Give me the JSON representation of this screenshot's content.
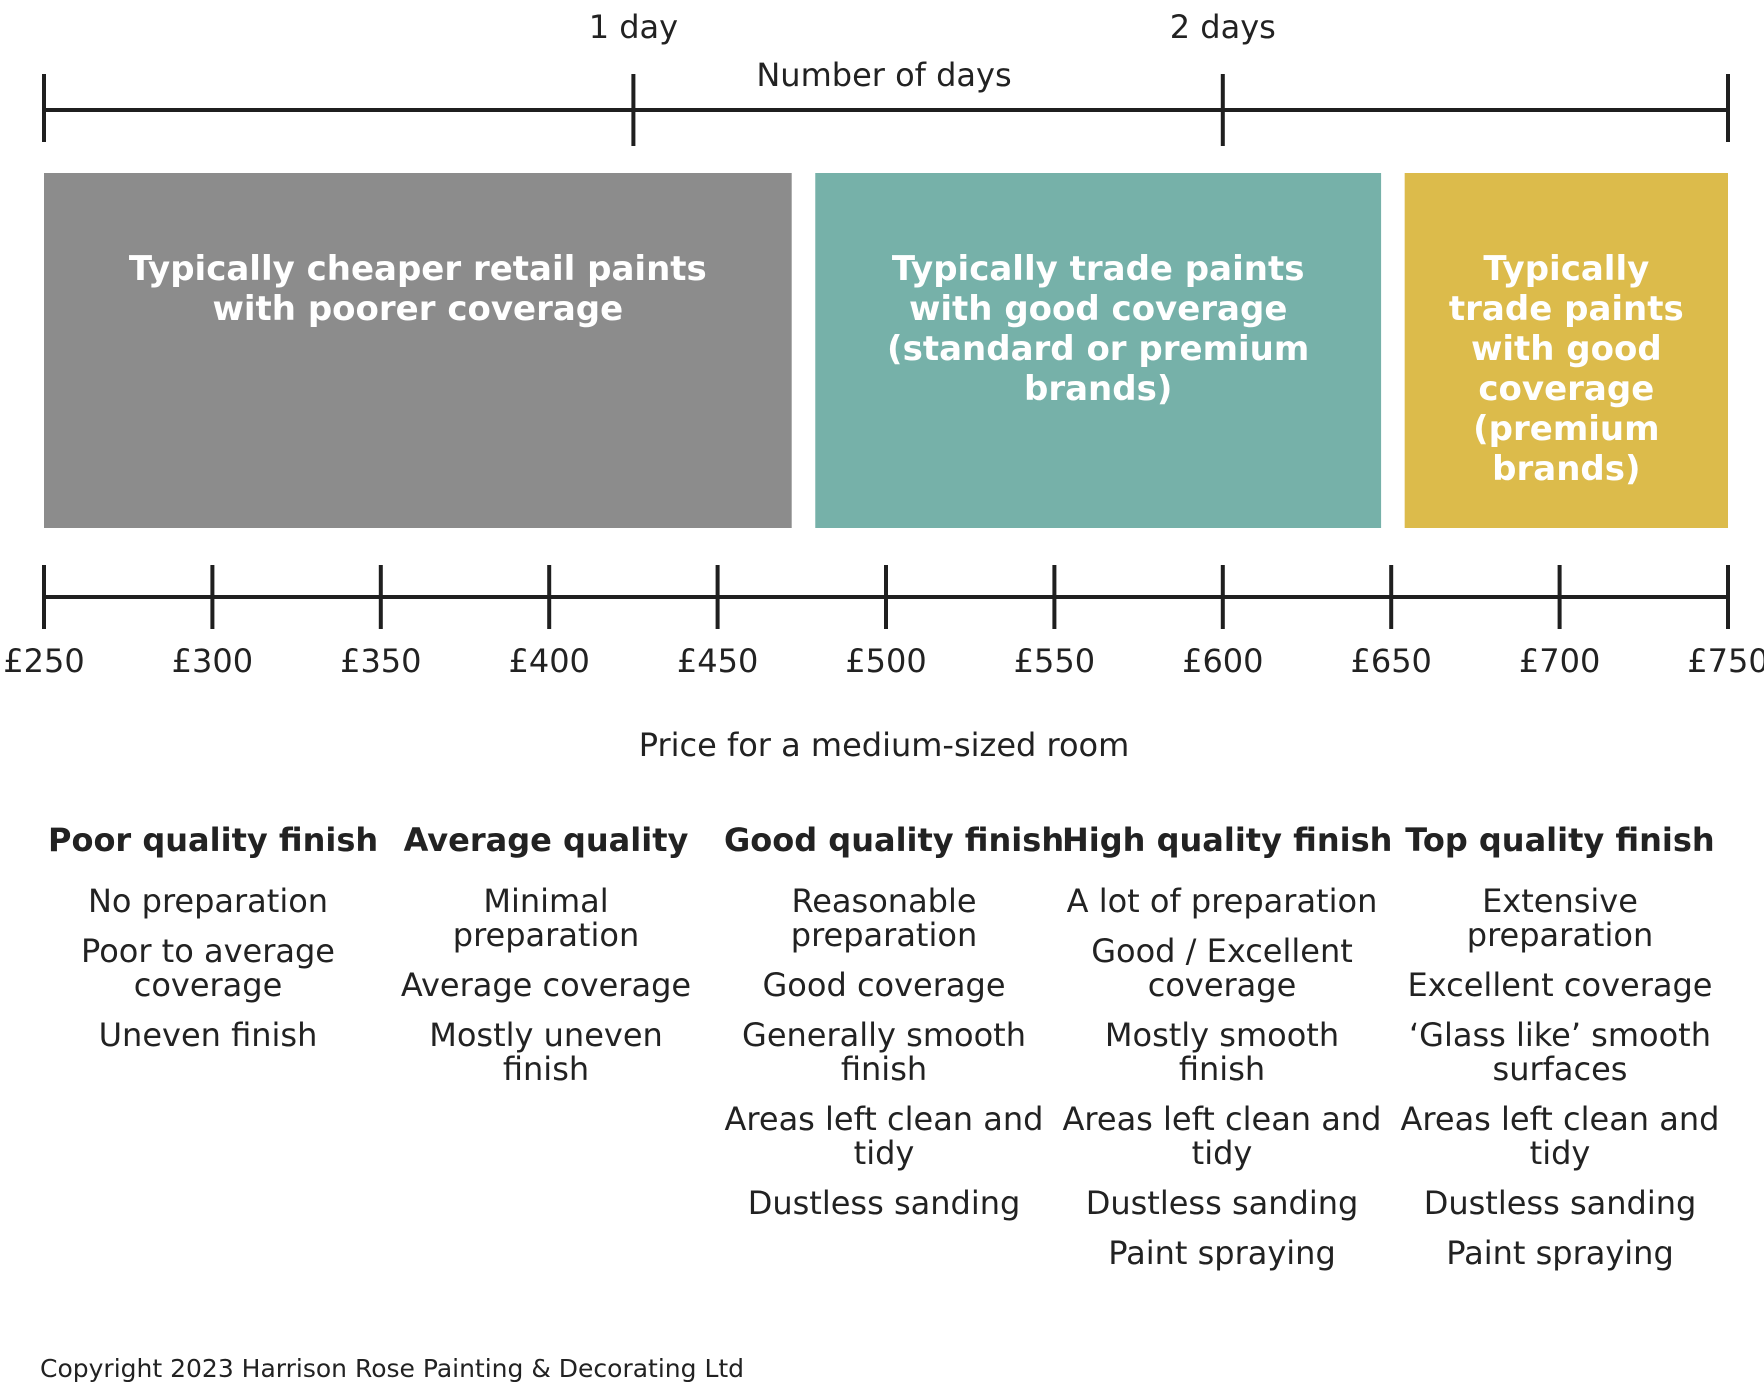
{
  "days_axis": {
    "title": "Number of days",
    "labels": [
      {
        "text": "1 day",
        "price": 425
      },
      {
        "text": "2 days",
        "price": 600
      }
    ]
  },
  "price_axis": {
    "title": "Price for a medium-sized room",
    "ticks": [
      {
        "value": 250,
        "label": "£250"
      },
      {
        "value": 300,
        "label": "£300"
      },
      {
        "value": 350,
        "label": "£350"
      },
      {
        "value": 400,
        "label": "£400"
      },
      {
        "value": 450,
        "label": "£450"
      },
      {
        "value": 500,
        "label": "£500"
      },
      {
        "value": 550,
        "label": "£550"
      },
      {
        "value": 600,
        "label": "£600"
      },
      {
        "value": 650,
        "label": "£650"
      },
      {
        "value": 700,
        "label": "£700"
      },
      {
        "value": 750,
        "label": "£750"
      }
    ]
  },
  "bands": [
    {
      "text": "Typically cheaper retail paints with poorer coverage",
      "from": 250,
      "to": 472,
      "color": "#8c8c8c"
    },
    {
      "text": "Typically trade paints with good coverage (standard or premium brands)",
      "from": 479,
      "to": 647,
      "color": "#76b1a9"
    },
    {
      "text": "Typically trade paints with good coverage (premium brands)",
      "from": 654,
      "to": 750,
      "color": "#dcbb4b"
    }
  ],
  "quality_columns": [
    {
      "title": "Poor quality finish",
      "items": [
        "No preparation",
        "Poor to average coverage",
        "Uneven finish"
      ]
    },
    {
      "title": "Average quality",
      "items": [
        "Minimal preparation",
        "Average coverage",
        "Mostly uneven finish"
      ]
    },
    {
      "title": "Good quality finish",
      "items": [
        "Reasonable preparation",
        "Good coverage",
        "Generally smooth finish",
        "Areas left clean and tidy",
        "Dustless sanding"
      ]
    },
    {
      "title": "High quality finish",
      "items": [
        "A lot of preparation",
        "Good / Excellent coverage",
        "Mostly smooth finish",
        "Areas left clean and tidy",
        "Dustless sanding",
        "Paint spraying"
      ]
    },
    {
      "title": "Top quality finish",
      "items": [
        "Extensive preparation",
        "Excellent coverage",
        "‘Glass like’ smooth surfaces",
        "Areas left clean and tidy",
        "Dustless sanding",
        "Paint spraying"
      ]
    }
  ],
  "copyright": "Copyright 2023 Harrison Rose Painting & Decorating Ltd"
}
